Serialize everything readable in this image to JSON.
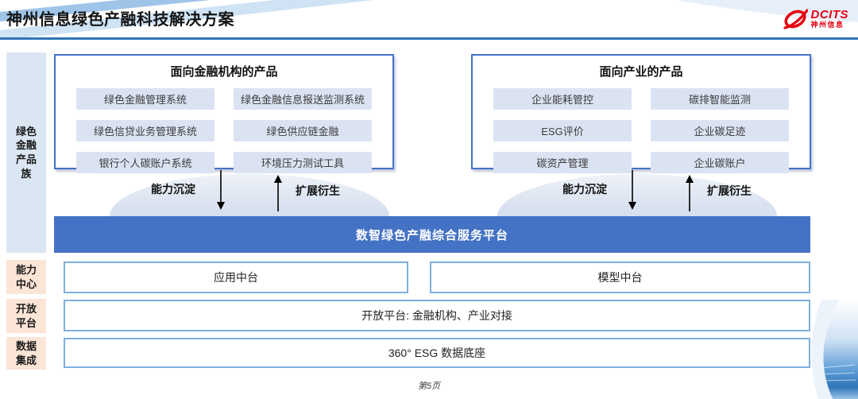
{
  "header": {
    "title": "神州信息绿色产融科技解决方案",
    "logo_brand": "DCITS",
    "logo_company": "神州信息"
  },
  "colors": {
    "accent_blue": "#4472C4",
    "header_line_blue": "#2E74B5",
    "logo_red": "#E60012",
    "item_fill": "#DBE3F3",
    "sidebar_blue_fill": "#DBE6F3",
    "sidebar_peach_fill": "#FBE5D6",
    "light_box_border": "#7FB0E0",
    "platform_text": "#FFFFFF"
  },
  "sidebar": {
    "product_family": "绿色金融产品族",
    "capability_center": "能力中心",
    "open_platform": "开放平台",
    "data_integration": "数据集成"
  },
  "finance_box": {
    "title": "面向金融机构的产品",
    "items": [
      "绿色金融管理系统",
      "绿色金融信息报送监测系统",
      "绿色信贷业务管理系统",
      "绿色供应链金融",
      "银行个人碳账户系统",
      "环境压力测试工具"
    ]
  },
  "industry_box": {
    "title": "面向产业的产品",
    "items": [
      "企业能耗管控",
      "碳排智能监测",
      "ESG评价",
      "企业碳足迹",
      "碳资产管理",
      "企业碳账户"
    ]
  },
  "arrows": {
    "sink_label": "能力沉淀",
    "derive_label": "扩展衍生"
  },
  "platform_bar": {
    "label": "数智绿色产融综合服务平台"
  },
  "middle_row": {
    "app": "应用中台",
    "model": "模型中台"
  },
  "open_row": {
    "label": "开放平台: 金融机构、产业对接"
  },
  "data_row": {
    "label": "360° ESG 数据底座"
  },
  "footer": {
    "page": "第5页"
  }
}
